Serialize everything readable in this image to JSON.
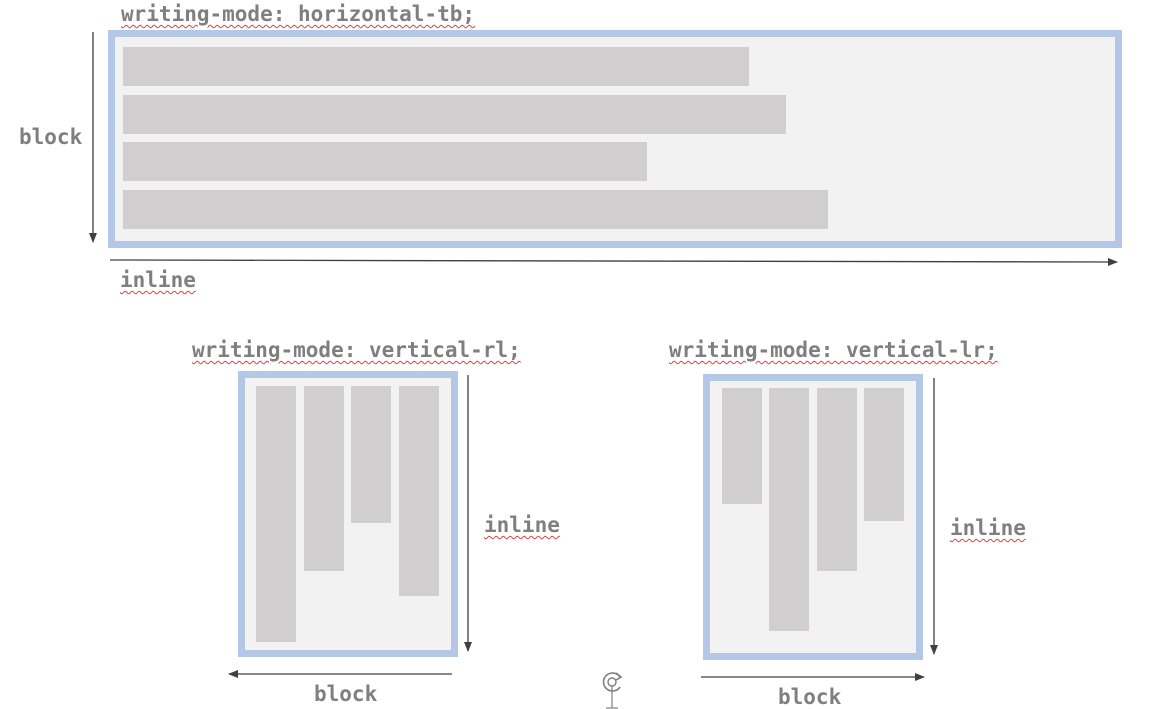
{
  "horizontal": {
    "title": "writing-mode: horizontal-tb;",
    "block_label": "block",
    "inline_label": "inline",
    "line_lengths": [
      0.72,
      0.762,
      0.602,
      0.81
    ]
  },
  "vertical_rl": {
    "title": "writing-mode: vertical-rl;",
    "block_label": "block",
    "inline_label": "inline",
    "line_lengths": [
      0.82,
      0.537,
      0.722,
      1.0
    ]
  },
  "vertical_lr": {
    "title": "writing-mode: vertical-lr;",
    "block_label": "block",
    "inline_label": "inline",
    "line_lengths": [
      0.476,
      1.0,
      0.753,
      0.547
    ]
  },
  "colors": {
    "frame_border": "#b4c7e7",
    "frame_fill": "#f2f2f2",
    "line_fill": "#d0cece",
    "label_text": "#7f7f7f",
    "arrow": "#404040"
  },
  "icons": {
    "cursor": "rotate-cursor-icon"
  }
}
